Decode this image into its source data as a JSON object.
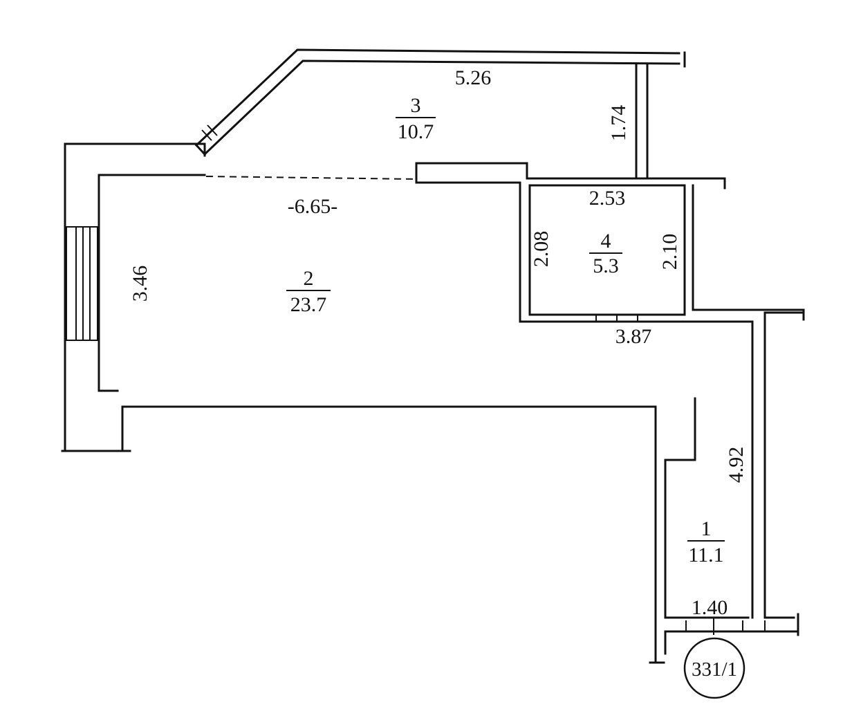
{
  "rooms": [
    {
      "id": "1",
      "number": "1",
      "area": "11.1"
    },
    {
      "id": "2",
      "number": "2",
      "area": "23.7"
    },
    {
      "id": "3",
      "number": "3",
      "area": "10.7"
    },
    {
      "id": "4",
      "number": "4",
      "area": "5.3"
    }
  ],
  "dimensions": {
    "top_length": "5.26",
    "room3_height": "1.74",
    "opening_length": "-6.65-",
    "room4_width": "2.53",
    "room4_left_height": "2.08",
    "room4_right_height": "2.10",
    "room2_height": "3.46",
    "corridor_width": "3.87",
    "room1_height": "4.92",
    "entrance_width": "1.40"
  },
  "apartment_number": "331/1"
}
